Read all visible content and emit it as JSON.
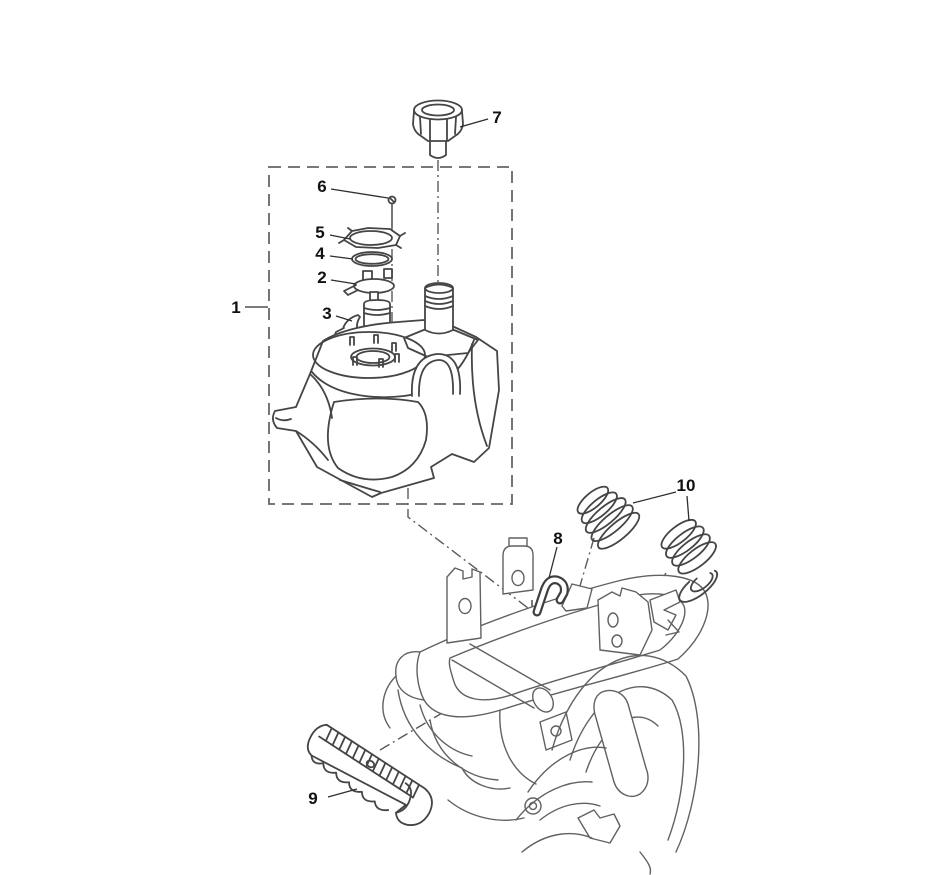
{
  "diagram": {
    "kind": "exploded-parts-diagram",
    "subject": "fuel-tank-assembly-on-frame",
    "colors": {
      "background": "#ffffff",
      "part_line": "#454545",
      "frame_line": "#616161",
      "dash_box": "#666666",
      "label": "#111111"
    },
    "parts": [
      {
        "number": "1",
        "name": "fuel-tank-assembly"
      },
      {
        "number": "2",
        "name": "fuel-pump-unit"
      },
      {
        "number": "3",
        "name": "pump-bracket"
      },
      {
        "number": "4",
        "name": "o-ring-seal"
      },
      {
        "number": "5",
        "name": "pump-plate-gasket"
      },
      {
        "number": "6",
        "name": "screw"
      },
      {
        "number": "7",
        "name": "fuel-filler-cap"
      },
      {
        "number": "8",
        "name": "retaining-hook"
      },
      {
        "number": "9",
        "name": "rubber-damper"
      },
      {
        "number": "10",
        "name": "coil-springs"
      }
    ]
  }
}
